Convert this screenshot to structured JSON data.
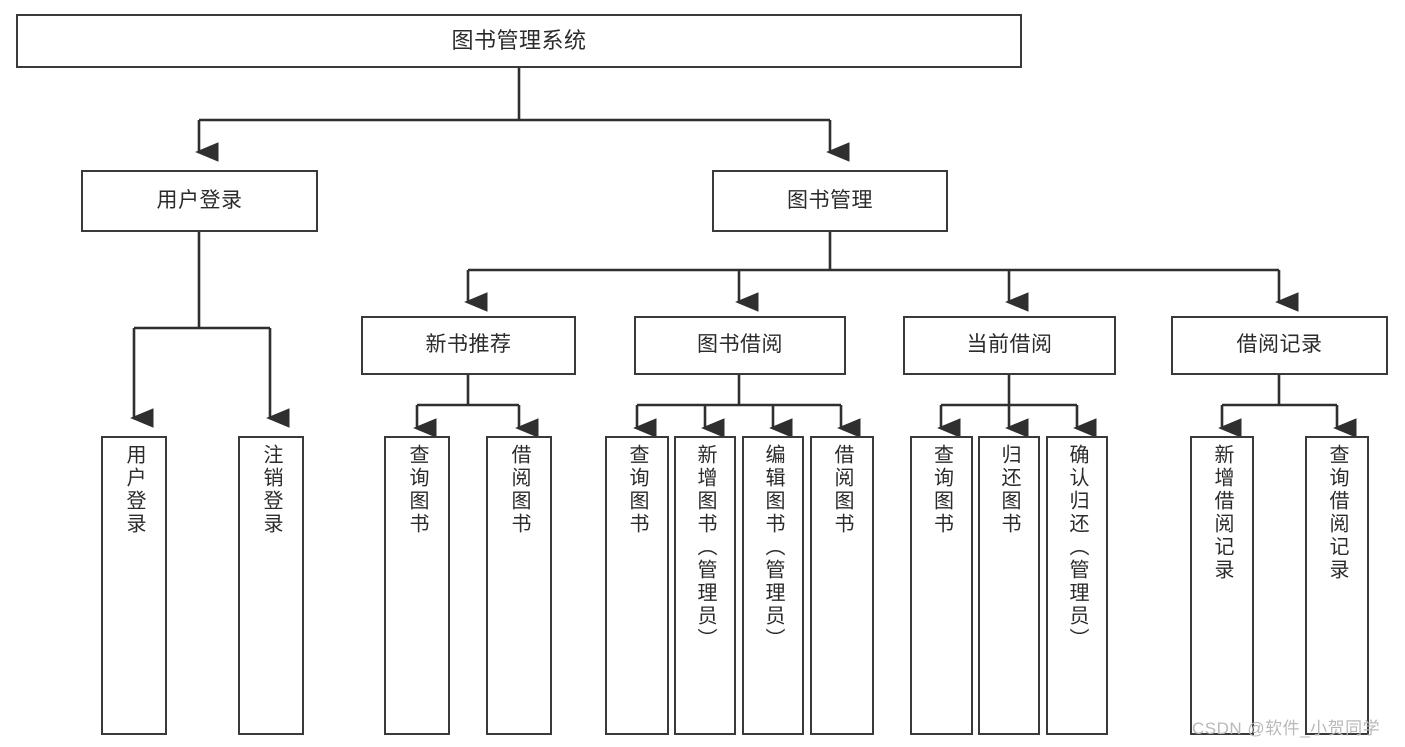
{
  "diagram": {
    "type": "tree-hierarchy",
    "title": "图书管理系统",
    "orientation": "top-down",
    "colors": {
      "background": "#ffffff",
      "node_border": "#3a3a3a",
      "node_fill": "#ffffff",
      "text": "#2b2b2b",
      "edge": "#2f2f2f",
      "watermark": "#b9b9b9"
    },
    "root": {
      "label": "图书管理系统"
    },
    "level2": [
      {
        "label": "用户登录"
      },
      {
        "label": "图书管理"
      }
    ],
    "level3": [
      {
        "label": "新书推荐"
      },
      {
        "label": "图书借阅"
      },
      {
        "label": "当前借阅"
      },
      {
        "label": "借阅记录"
      }
    ],
    "leaves": {
      "user_login": [
        {
          "label": "用户登录"
        },
        {
          "label": "注销登录"
        }
      ],
      "new_book_recommend": [
        {
          "label": "查询图书"
        },
        {
          "label": "借阅图书"
        }
      ],
      "book_borrow": [
        {
          "label": "查询图书"
        },
        {
          "label": "新增图书（管理员）"
        },
        {
          "label": "编辑图书（管理员）"
        },
        {
          "label": "借阅图书"
        }
      ],
      "current_borrow": [
        {
          "label": "查询图书"
        },
        {
          "label": "归还图书"
        },
        {
          "label": "确认归还（管理员）"
        }
      ],
      "borrow_record": [
        {
          "label": "新增借阅记录"
        },
        {
          "label": "查询借阅记录"
        }
      ]
    }
  },
  "watermark": {
    "text": "CSDN @软件_小贺同学"
  }
}
